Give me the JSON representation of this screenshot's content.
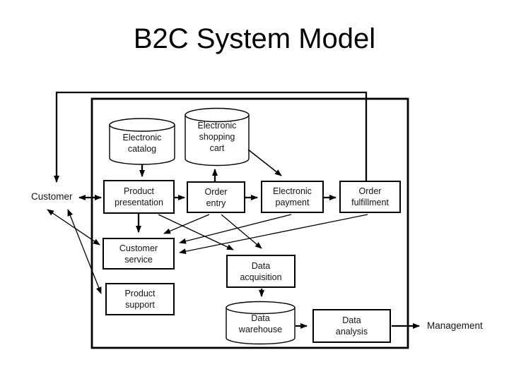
{
  "title": "B2C System Model",
  "nodes": {
    "electronic_catalog": "Electronic\ncatalog",
    "electronic_shopping_cart": "Electronic\nshopping\ncart",
    "product_presentation": "Product\npresentation",
    "order_entry": "Order\nentry",
    "electronic_payment": "Electronic\npayment",
    "order_fulfillment": "Order\nfulfillment",
    "customer_service": "Customer\nservice",
    "product_support": "Product\nsupport",
    "data_acquisition": "Data\nacquisition",
    "data_warehouse": "Data\nwarehouse",
    "data_analysis": "Data\nanalysis"
  },
  "actors": {
    "customer": "Customer",
    "management": "Management"
  },
  "colors": {
    "line": "#000000",
    "background": "#ffffff",
    "text": "#141414"
  },
  "edges": [
    {
      "from": "electronic_catalog",
      "to": "product_presentation",
      "type": "arrow"
    },
    {
      "from": "order_entry",
      "to": "electronic_shopping_cart",
      "type": "arrow"
    },
    {
      "from": "customer",
      "to": "product_presentation",
      "type": "double-arrow"
    },
    {
      "from": "product_presentation",
      "to": "order_entry",
      "type": "arrow"
    },
    {
      "from": "order_entry",
      "to": "electronic_payment",
      "type": "arrow"
    },
    {
      "from": "electronic_payment",
      "to": "order_fulfillment",
      "type": "arrow"
    },
    {
      "from": "order_fulfillment",
      "to": "customer",
      "type": "arrow"
    },
    {
      "from": "electronic_shopping_cart",
      "to": "electronic_payment",
      "type": "arrow"
    },
    {
      "from": "product_presentation",
      "to": "customer_service",
      "type": "arrow"
    },
    {
      "from": "product_presentation",
      "to": "data_acquisition",
      "type": "arrow"
    },
    {
      "from": "order_entry",
      "to": "customer_service",
      "type": "arrow"
    },
    {
      "from": "order_entry",
      "to": "data_acquisition",
      "type": "arrow"
    },
    {
      "from": "electronic_payment",
      "to": "customer_service",
      "type": "arrow"
    },
    {
      "from": "order_fulfillment",
      "to": "customer_service",
      "type": "arrow"
    },
    {
      "from": "customer",
      "to": "customer_service",
      "type": "double-arrow"
    },
    {
      "from": "customer",
      "to": "product_support",
      "type": "double-arrow"
    },
    {
      "from": "data_acquisition",
      "to": "data_warehouse",
      "type": "arrow"
    },
    {
      "from": "data_warehouse",
      "to": "data_analysis",
      "type": "arrow"
    },
    {
      "from": "data_analysis",
      "to": "management",
      "type": "arrow"
    }
  ]
}
